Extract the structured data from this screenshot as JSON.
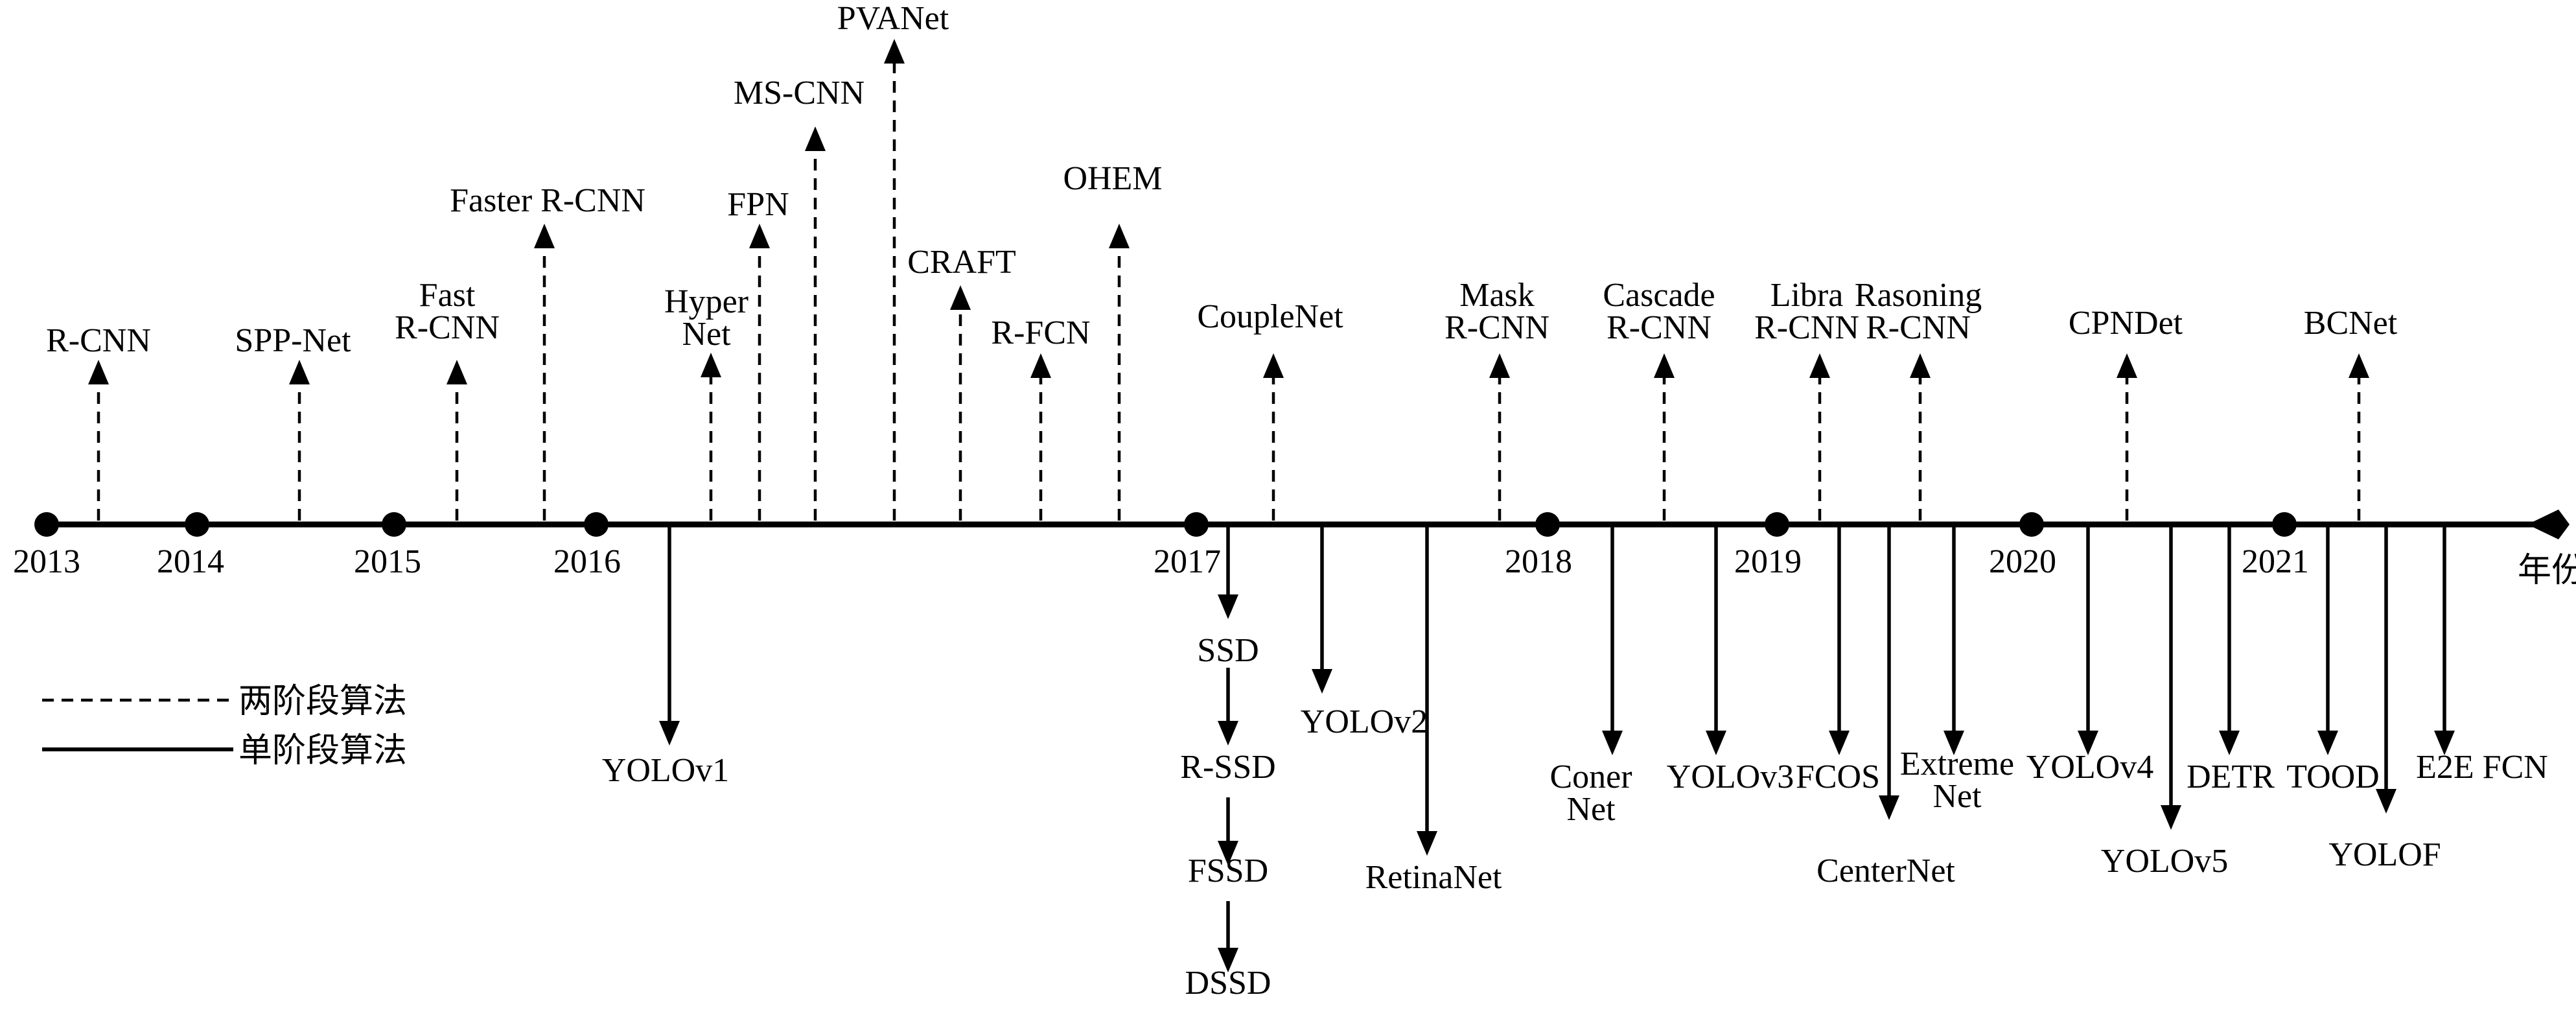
{
  "timeline": {
    "axis_label": "年份",
    "years": [
      "2013",
      "2014",
      "2015",
      "2016",
      "2017",
      "2018",
      "2019",
      "2020",
      "2021"
    ]
  },
  "legend": {
    "two_stage": "两阶段算法",
    "one_stage": "单阶段算法"
  },
  "two_stage_methods": [
    {
      "lines": [
        "R-CNN"
      ]
    },
    {
      "lines": [
        "SPP-Net"
      ]
    },
    {
      "lines": [
        "Fast",
        "R-CNN"
      ]
    },
    {
      "lines": [
        "Faster R-CNN"
      ]
    },
    {
      "lines": [
        "Hyper",
        "Net"
      ]
    },
    {
      "lines": [
        "FPN"
      ]
    },
    {
      "lines": [
        "MS-CNN"
      ]
    },
    {
      "lines": [
        "PVANet"
      ]
    },
    {
      "lines": [
        "CRAFT"
      ]
    },
    {
      "lines": [
        "R-FCN"
      ]
    },
    {
      "lines": [
        "OHEM"
      ]
    },
    {
      "lines": [
        "CoupleNet"
      ]
    },
    {
      "lines": [
        "Mask",
        "R-CNN"
      ]
    },
    {
      "lines": [
        "Cascade",
        "R-CNN"
      ]
    },
    {
      "lines": [
        "Libra",
        "R-CNN"
      ]
    },
    {
      "lines": [
        "Rasoning",
        "R-CNN"
      ]
    },
    {
      "lines": [
        "CPNDet"
      ]
    },
    {
      "lines": [
        "BCNet"
      ]
    }
  ],
  "one_stage_methods": [
    {
      "lines": [
        "YOLOv1"
      ]
    },
    {
      "lines": [
        "YOLOv2"
      ]
    },
    {
      "lines": [
        "RetinaNet"
      ]
    },
    {
      "lines": [
        "Coner",
        "Net"
      ]
    },
    {
      "lines": [
        "YOLOv3"
      ]
    },
    {
      "lines": [
        "FCOS"
      ]
    },
    {
      "lines": [
        "CenterNet"
      ]
    },
    {
      "lines": [
        "Extreme",
        "Net"
      ]
    },
    {
      "lines": [
        "YOLOv4"
      ]
    },
    {
      "lines": [
        "YOLOv5"
      ]
    },
    {
      "lines": [
        "DETR"
      ]
    },
    {
      "lines": [
        "TOOD"
      ]
    },
    {
      "lines": [
        "YOLOF"
      ]
    },
    {
      "lines": [
        "E2E FCN"
      ]
    }
  ],
  "ssd_chain": [
    "SSD",
    "R-SSD",
    "FSSD",
    "DSSD"
  ]
}
